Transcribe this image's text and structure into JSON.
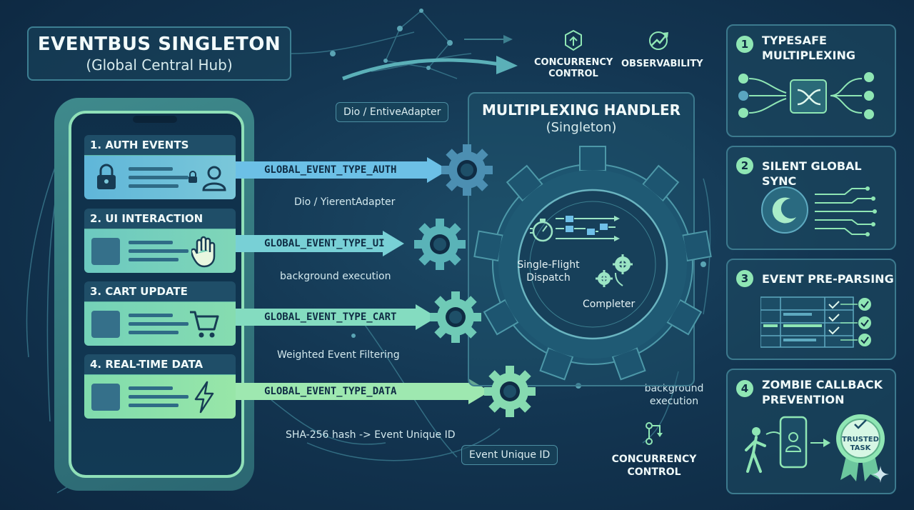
{
  "title": {
    "main": "EVENTBUS SINGLETON",
    "sub": "(Global Central Hub)"
  },
  "cards": [
    {
      "label": "1. AUTH EVENTS",
      "icon": "lock-icon"
    },
    {
      "label": "2. UI INTERACTION",
      "icon": "hand-icon"
    },
    {
      "label": "3. CART UPDATE",
      "icon": "cart-icon"
    },
    {
      "label": "4. REAL-TIME DATA",
      "icon": "lightning-icon"
    }
  ],
  "arrows": [
    {
      "label": "GLOBAL_EVENT_TYPE_AUTH",
      "color": "#6cc0e6"
    },
    {
      "label": "GLOBAL_EVENT_TYPE_UI",
      "color": "#78d0d6"
    },
    {
      "label": "GLOBAL_EVENT_TYPE_CART",
      "color": "#84dcc0"
    },
    {
      "label": "GLOBAL_EVENT_TYPE_DATA",
      "color": "#9ee8b0"
    }
  ],
  "labels": {
    "dio_pill": "Dio / EntiveAdapter",
    "dio_text": "Dio / YierentAdapter",
    "background_execution": "background execution",
    "weighted_filtering": "Weighted Event Filtering",
    "sha_hash": "SHA-256 hash -> Event Unique ID",
    "event_unique_id": "Event Unique ID",
    "background_execution_2": "background execution"
  },
  "handler": {
    "title": "MULTIPLEXING HANDLER",
    "sub": "(Singleton)",
    "single_flight": "Single-Flight Dispatch",
    "completer": "Completer"
  },
  "top_labels": {
    "concurrency": "CONCURRENCY CONTROL",
    "observability": "OBSERVABILITY"
  },
  "bottom_concurrency": "CONCURRENCY CONTROL",
  "panels": [
    {
      "num": "1",
      "title": "TYPESAFE MULTIPLEXING"
    },
    {
      "num": "2",
      "title": "SILENT GLOBAL SYNC"
    },
    {
      "num": "3",
      "title": "EVENT PRE-PARSING"
    },
    {
      "num": "4",
      "title": "ZOMBIE CALLBACK PREVENTION",
      "badge": "TRUSTED TASK"
    }
  ],
  "colors": {
    "accent": "#8fe6b4",
    "border": "#3c7a8e",
    "background": "#133652"
  }
}
